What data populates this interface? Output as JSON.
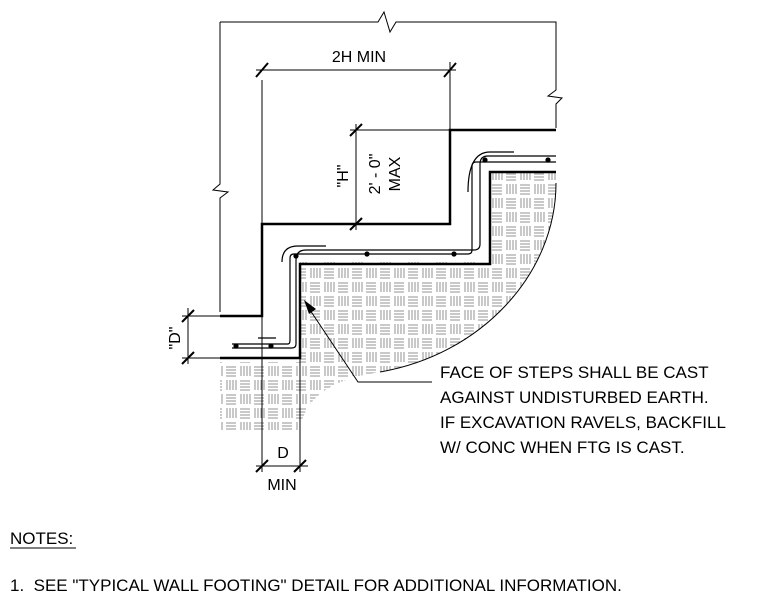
{
  "dimensions": {
    "two_h_min": "2H MIN",
    "h_label": "\"H\"",
    "max_height_value": "2' - 0\"",
    "max_height_suffix": "MAX",
    "d_label": "\"D\"",
    "d_width": "D",
    "d_width_suffix": "MIN"
  },
  "callout": {
    "lines": [
      "FACE OF STEPS SHALL BE CAST",
      "AGAINST UNDISTURBED EARTH.",
      "IF EXCAVATION RAVELS, BACKFILL",
      "W/ CONC WHEN FTG IS CAST."
    ]
  },
  "notes": {
    "heading": "NOTES:",
    "items": [
      "1.  SEE \"TYPICAL WALL FOOTING\" DETAIL FOR ADDITIONAL INFORMATION."
    ]
  }
}
